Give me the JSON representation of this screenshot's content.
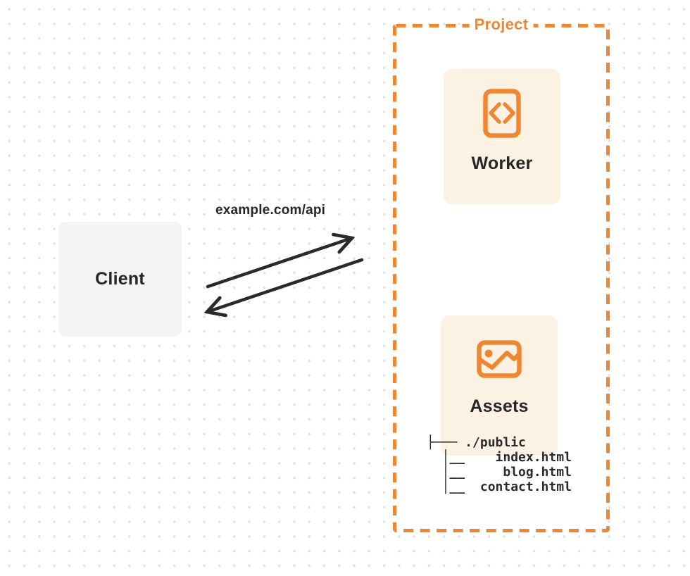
{
  "client": {
    "label": "Client"
  },
  "request": {
    "url_label": "example.com/api"
  },
  "project": {
    "title": "Project",
    "nodes": [
      {
        "label": "Worker",
        "icon": "code-file-icon"
      },
      {
        "label": "Assets",
        "icon": "image-icon"
      }
    ],
    "file_tree_text": "├─── ./public\n  │__    index.html\n  │__     blog.html\n  │__  contact.html"
  },
  "colors": {
    "accent_orange": "#ed8733",
    "card_background": "#fcf2e4",
    "client_background": "#f4f4f5",
    "ink": "#262626",
    "dot_grid": "#e2e2e3"
  }
}
